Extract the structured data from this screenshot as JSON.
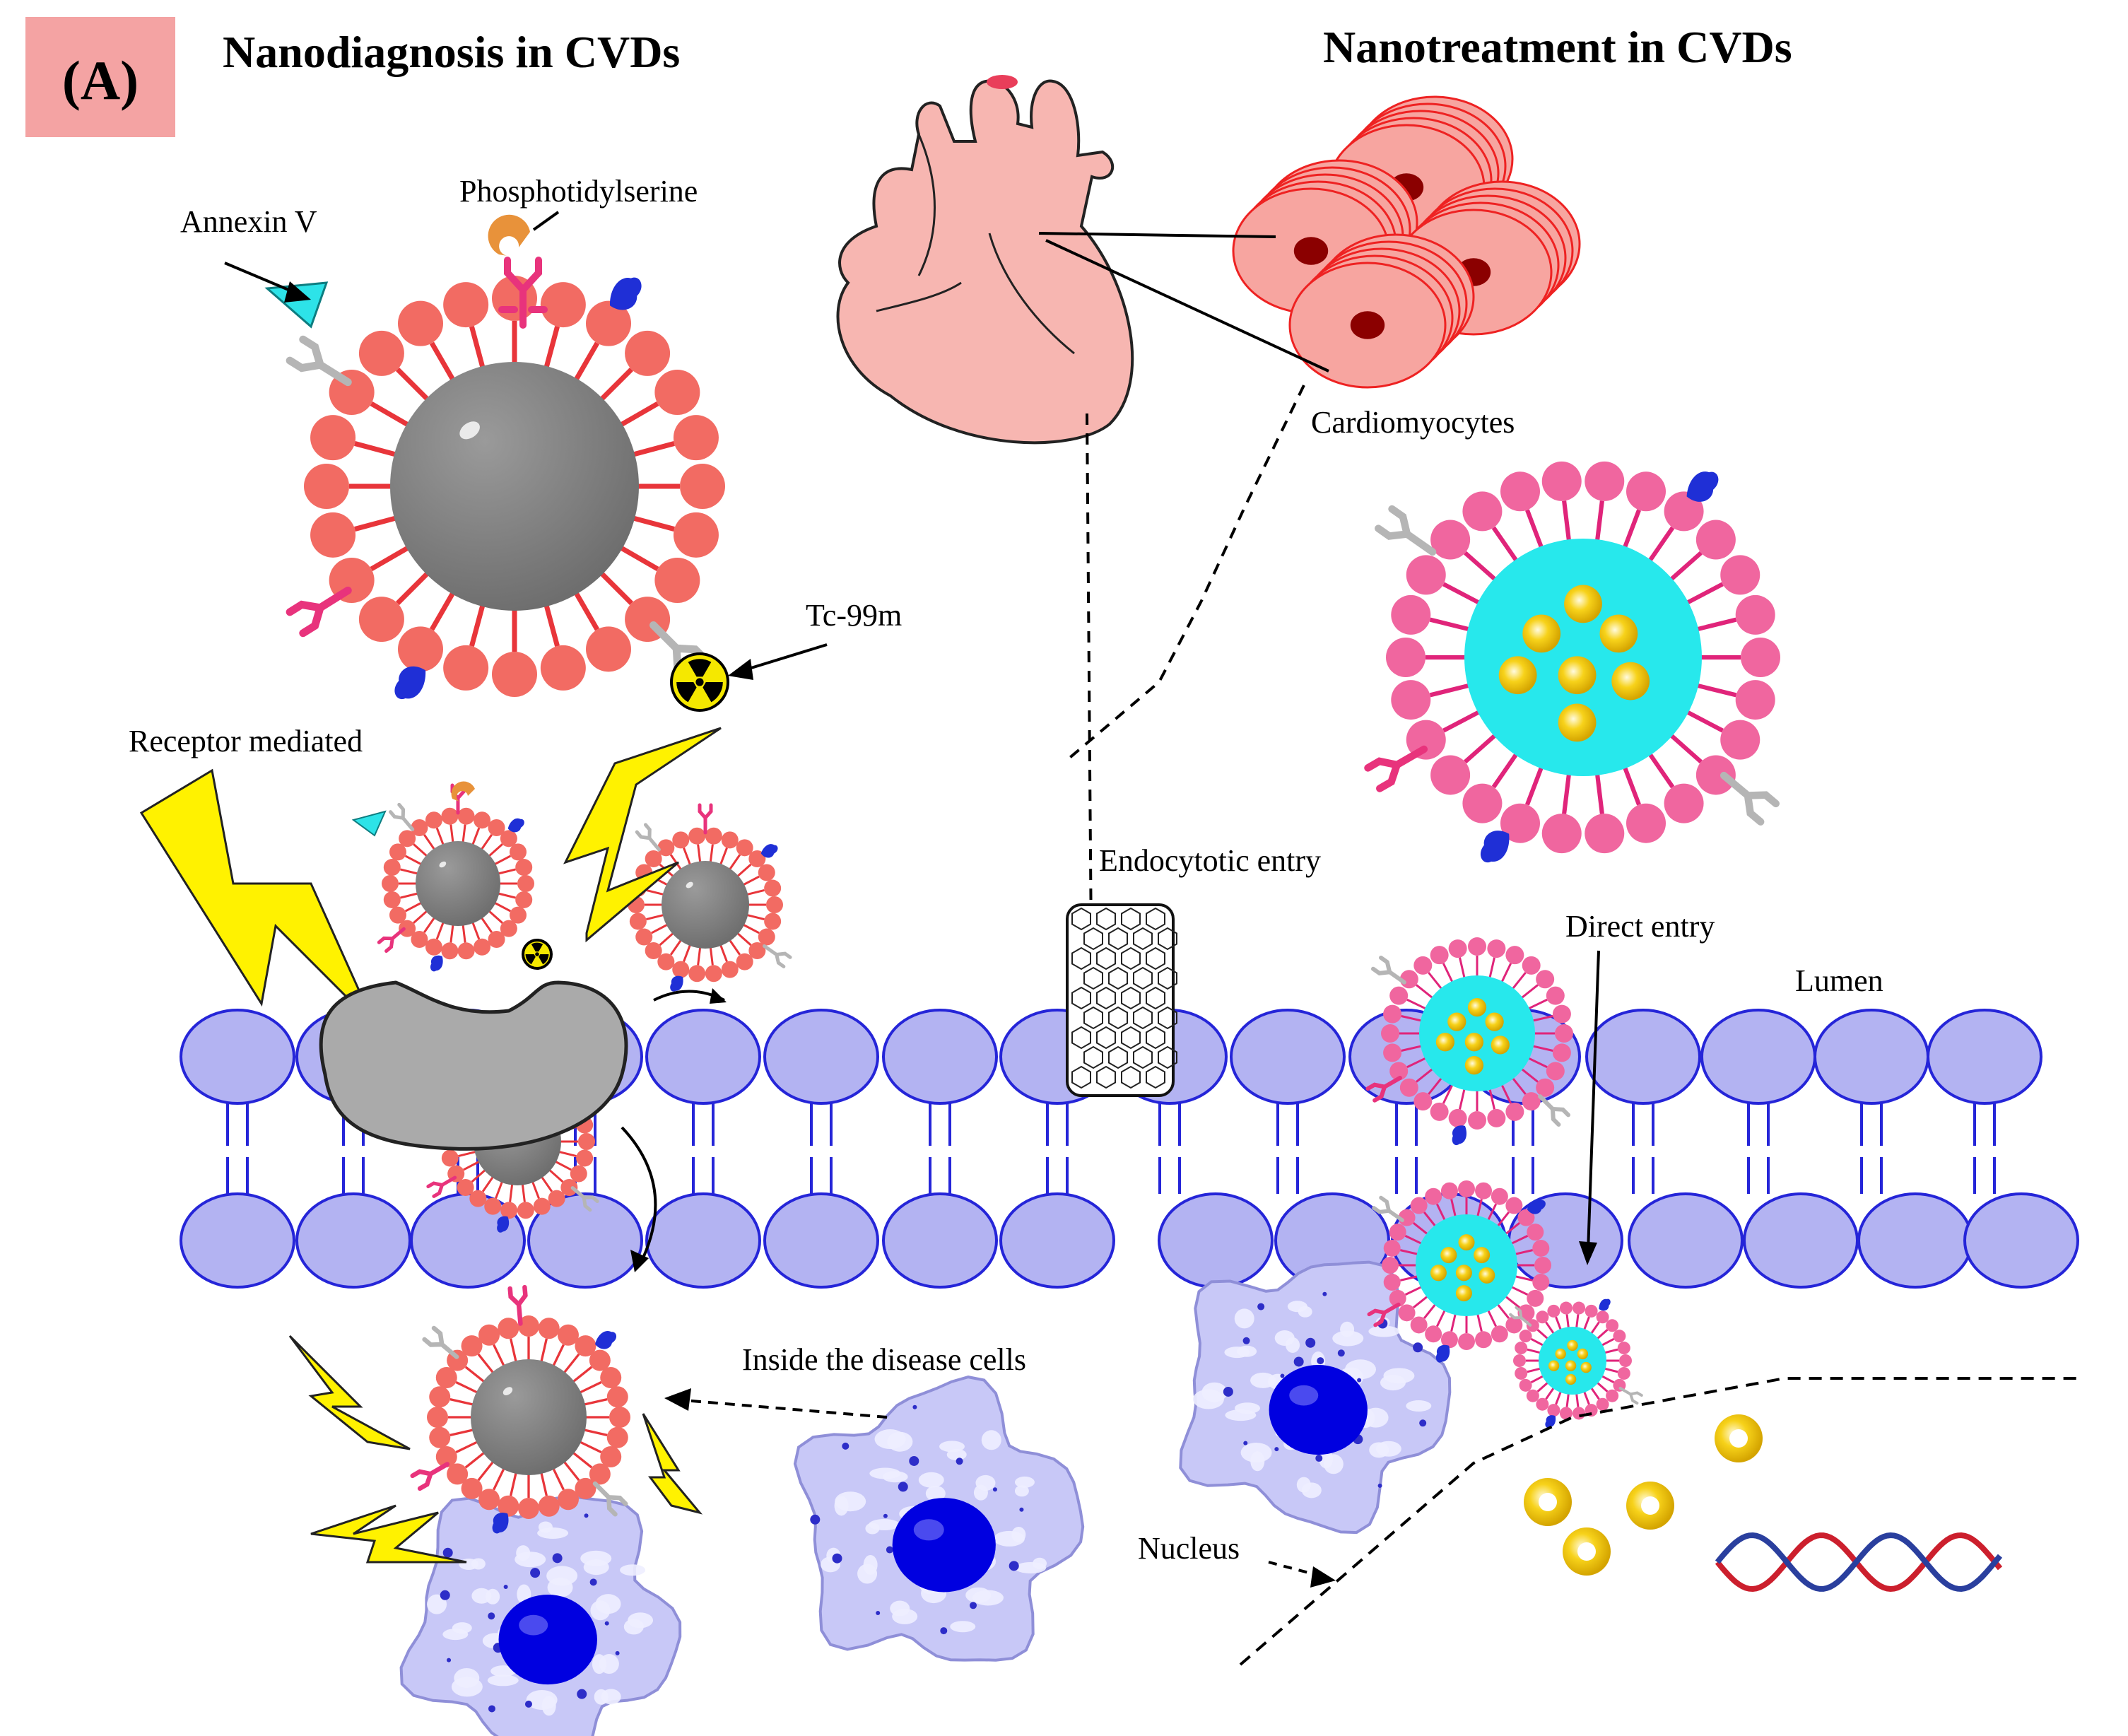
{
  "panel_label": "(A)",
  "titles": {
    "left": "Nanodiagnosis in CVDs",
    "right": "Nanotreatment in CVDs"
  },
  "labels": {
    "annexin": "Annexin V",
    "phosphatidylserine": "Phosphotidylserine",
    "tc99m": "Tc-99m",
    "receptor": "Receptor mediated",
    "cardiomyocytes": "Cardiomyocytes",
    "endocytotic": "Endocytotic entry",
    "direct": "Direct entry",
    "lumen": "Lumen",
    "inside_cells": "Inside the disease cells",
    "nucleus": "Nucleus"
  },
  "colors": {
    "panel_tag_bg": "#f4a3a3",
    "lipid_head_red": "#f26b63",
    "lipid_tail_red": "#e8353a",
    "core_gray": "#808080",
    "lipid_head_pink": "#f0669f",
    "lipid_tail_pink": "#e0247a",
    "core_cyan": "#27e8ec",
    "gold_dot": "#f7d21a",
    "membrane_fill": "#b3b3f2",
    "membrane_stroke": "#2525d8",
    "cell_fill": "#c8c8f7",
    "nucleus_blue": "#0000e0",
    "heart_fill": "#f7b6b1",
    "cardio_fill": "#f7a5a0",
    "cardio_stroke": "#ee2222",
    "cardio_nucleus": "#8b0000",
    "lightning": "#fff200",
    "receptor_gray": "#aaaaaa",
    "antibody_pink": "#e8337c",
    "antibody_gray": "#b5b5b5",
    "dna_red": "#cc1f2d",
    "dna_blue": "#2a3f9e"
  },
  "icons": [
    "annexin-triangle-icon",
    "phosphatidylserine-icon",
    "radioactive-icon",
    "lightning-icon",
    "heart-icon",
    "carbon-nanotube-icon",
    "dna-icon"
  ]
}
